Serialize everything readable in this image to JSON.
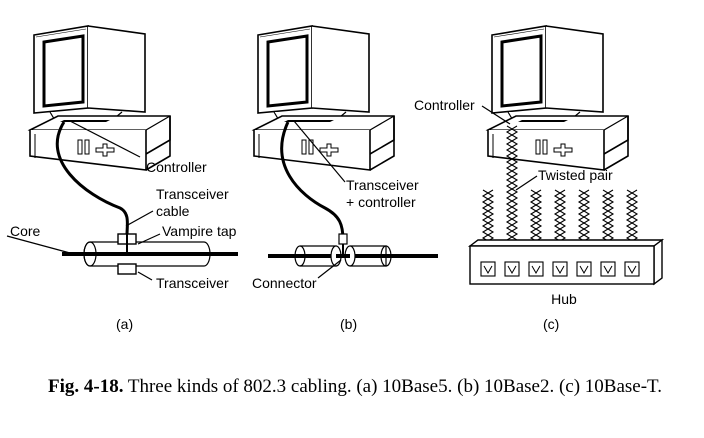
{
  "panels": [
    {
      "id": "a",
      "sublabel": "(a)",
      "labels": {
        "controller": "Controller",
        "transceiver_cable_1": "Transceiver",
        "transceiver_cable_2": "cable",
        "core": "Core",
        "vampire_tap": "Vampire tap",
        "transceiver": "Transceiver"
      }
    },
    {
      "id": "b",
      "sublabel": "(b)",
      "labels": {
        "transceiver_controller_1": "Transceiver",
        "transceiver_controller_2": "+ controller",
        "connector": "Connector"
      }
    },
    {
      "id": "c",
      "sublabel": "(c)",
      "labels": {
        "controller": "Controller",
        "twisted_pair": "Twisted pair",
        "hub": "Hub"
      }
    }
  ],
  "caption": {
    "fig_label": "Fig. 4-18.",
    "text": " Three kinds of 802.3 cabling. (a) 10Base5. (b) 10Base2. (c) 10Base-T."
  }
}
